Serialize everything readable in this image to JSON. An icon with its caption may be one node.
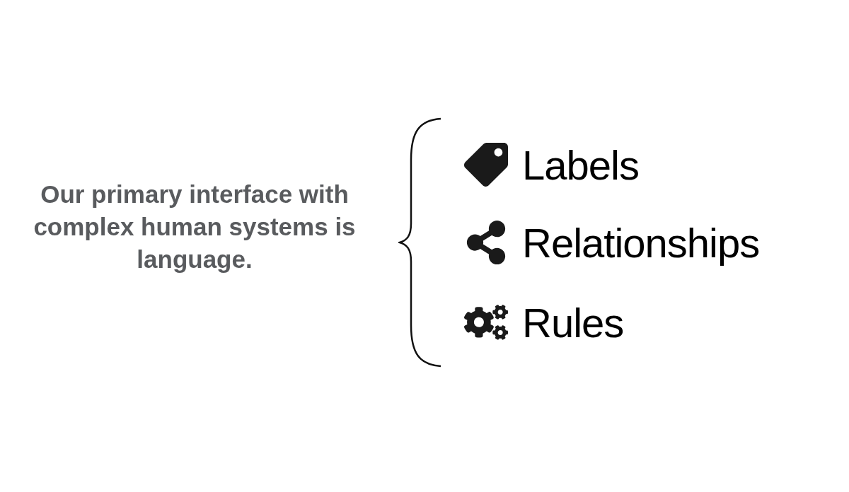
{
  "diagram": {
    "labels": [
      "Our primary interface with complex human systems is language.",
      "Labels",
      "Relationships",
      "Rules"
    ]
  }
}
